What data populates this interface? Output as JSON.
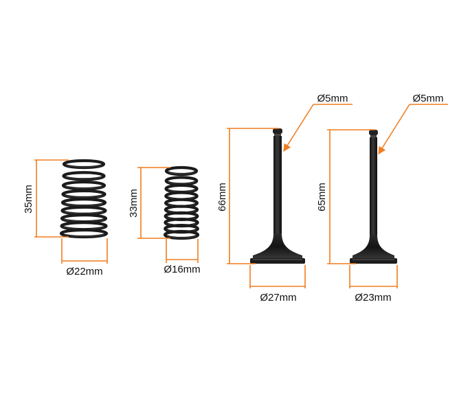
{
  "colors": {
    "dimension_line": "#f07c1e",
    "part_dark": "#1b1b1b",
    "part_highlight": "#4a4a4a",
    "label_text": "#111111",
    "background": "#ffffff"
  },
  "spring_large": {
    "height_label": "35mm",
    "diameter_label": "Ø22mm"
  },
  "spring_small": {
    "height_label": "33mm",
    "diameter_label": "Ø16mm"
  },
  "valve_intake": {
    "height_label": "66mm",
    "head_label": "Ø27mm",
    "stem_label": "Ø5mm"
  },
  "valve_exhaust": {
    "height_label": "65mm",
    "head_label": "Ø23mm",
    "stem_label": "Ø5mm"
  }
}
